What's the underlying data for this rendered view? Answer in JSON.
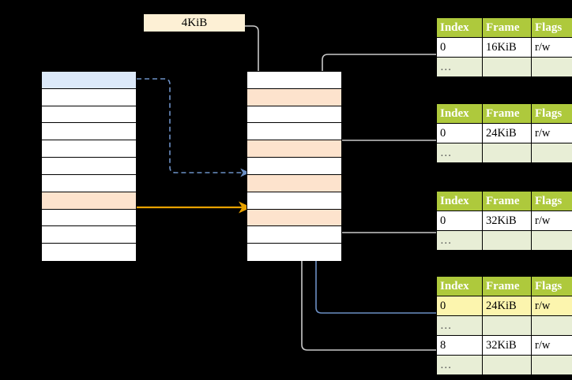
{
  "diagram": {
    "title_chip": {
      "label": "4KiB"
    },
    "colors": {
      "header_green": "#aec93c",
      "row_dim_green": "#e8eed6",
      "highlight_yellow": "#fcf5ae",
      "peach": "#fde3cd",
      "blue_row": "#dce9f9",
      "chip_cream": "#fdf0d5",
      "orange_arrow": "#e8a200",
      "blue_arrow": "#6b8fc4",
      "gray_arrow": "#c9c9c9"
    },
    "left_table": {
      "name": "virtual-address-space",
      "row_count": 11,
      "rows": [
        {
          "index": 0,
          "fill": "blue",
          "label": ""
        },
        {
          "index": 1,
          "fill": "white",
          "label": ""
        },
        {
          "index": 2,
          "fill": "white",
          "label": ""
        },
        {
          "index": 3,
          "fill": "white",
          "label": ""
        },
        {
          "index": 4,
          "fill": "white",
          "label": ""
        },
        {
          "index": 5,
          "fill": "white",
          "label": ""
        },
        {
          "index": 6,
          "fill": "white",
          "label": ""
        },
        {
          "index": 7,
          "fill": "peach",
          "label": ""
        },
        {
          "index": 8,
          "fill": "white",
          "label": ""
        },
        {
          "index": 9,
          "fill": "white",
          "label": ""
        },
        {
          "index": 10,
          "fill": "white",
          "label": ""
        }
      ]
    },
    "middle_table": {
      "name": "physical-memory",
      "row_count": 11,
      "rows": [
        {
          "index": 0,
          "fill": "white",
          "label": ""
        },
        {
          "index": 1,
          "fill": "peach",
          "label": ""
        },
        {
          "index": 2,
          "fill": "white",
          "label": ""
        },
        {
          "index": 3,
          "fill": "white",
          "label": ""
        },
        {
          "index": 4,
          "fill": "peach",
          "label": ""
        },
        {
          "index": 5,
          "fill": "white",
          "label": ""
        },
        {
          "index": 6,
          "fill": "peach",
          "label": ""
        },
        {
          "index": 7,
          "fill": "white",
          "label": ""
        },
        {
          "index": 8,
          "fill": "peach",
          "label": ""
        },
        {
          "index": 9,
          "fill": "white",
          "label": ""
        },
        {
          "index": 10,
          "fill": "white",
          "label": ""
        }
      ]
    },
    "page_tables": [
      {
        "name": "page-table-1",
        "headers": [
          "Index",
          "Frame",
          "Flags"
        ],
        "rows": [
          {
            "cells": [
              "0",
              "16KiB",
              "r/w"
            ],
            "style": "normal"
          },
          {
            "cells": [
              "…",
              "",
              ""
            ],
            "style": "dim"
          }
        ]
      },
      {
        "name": "page-table-2",
        "headers": [
          "Index",
          "Frame",
          "Flags"
        ],
        "rows": [
          {
            "cells": [
              "0",
              "24KiB",
              "r/w"
            ],
            "style": "normal"
          },
          {
            "cells": [
              "…",
              "",
              ""
            ],
            "style": "dim"
          }
        ]
      },
      {
        "name": "page-table-3",
        "headers": [
          "Index",
          "Frame",
          "Flags"
        ],
        "rows": [
          {
            "cells": [
              "0",
              "32KiB",
              "r/w"
            ],
            "style": "normal"
          },
          {
            "cells": [
              "…",
              "",
              ""
            ],
            "style": "dim"
          }
        ]
      },
      {
        "name": "page-table-4",
        "headers": [
          "Index",
          "Frame",
          "Flags"
        ],
        "rows": [
          {
            "cells": [
              "0",
              "24KiB",
              "r/w"
            ],
            "style": "highlight"
          },
          {
            "cells": [
              "…",
              "",
              ""
            ],
            "style": "dim"
          },
          {
            "cells": [
              "8",
              "32KiB",
              "r/w"
            ],
            "style": "normal"
          },
          {
            "cells": [
              "…",
              "",
              ""
            ],
            "style": "dim"
          }
        ]
      }
    ],
    "connectors": [
      {
        "name": "blue-dashed-left-to-middle",
        "from": "left-row-0",
        "to": "middle-row-6",
        "style": "dashed",
        "color": "#6b8fc4"
      },
      {
        "name": "orange-solid-left-to-middle",
        "from": "left-row-7",
        "to": "middle-row-8",
        "style": "solid",
        "color": "#e8a200"
      },
      {
        "name": "gray-chip-to-middle",
        "from": "chip-4kib",
        "to": "middle-row-1",
        "style": "solid",
        "color": "#c9c9c9"
      },
      {
        "name": "gray-table1-to-middle",
        "from": "page-table-1-row-0",
        "to": "middle-row-4",
        "style": "solid",
        "color": "#c9c9c9"
      },
      {
        "name": "gray-table2-to-middle",
        "from": "page-table-2-row-0",
        "to": "middle-row-6",
        "style": "solid",
        "color": "#c9c9c9"
      },
      {
        "name": "gray-table3-to-middle",
        "from": "page-table-3-row-0",
        "to": "middle-row-8",
        "style": "solid",
        "color": "#c9c9c9"
      },
      {
        "name": "blue-table4-to-middle",
        "from": "page-table-4-row-0",
        "to": "middle-row-6",
        "style": "solid",
        "color": "#6b8fc4"
      },
      {
        "name": "gray-table4-to-middle",
        "from": "page-table-4-row-2",
        "to": "middle-row-8",
        "style": "solid",
        "color": "#c9c9c9"
      }
    ]
  }
}
